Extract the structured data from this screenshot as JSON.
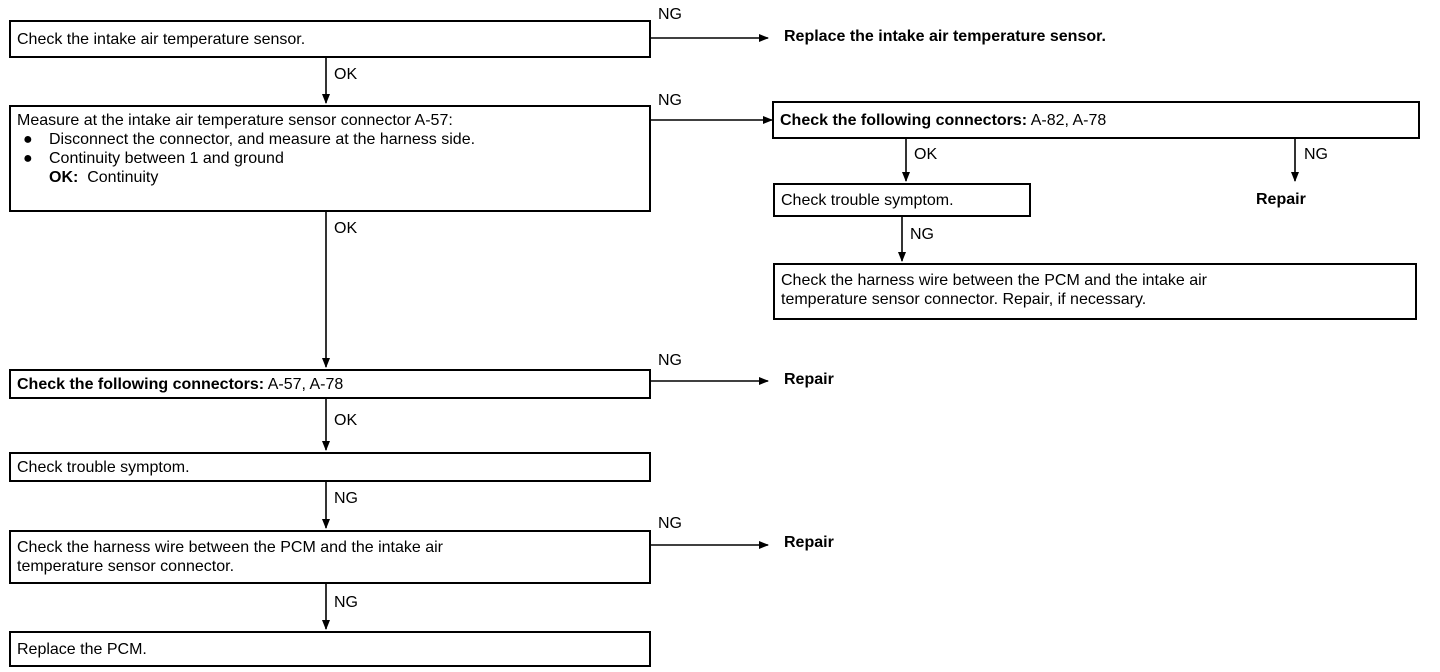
{
  "steps": {
    "s1": {
      "text": "Check the intake air temperature sensor."
    },
    "s2": {
      "text": "Measure at the intake air temperature sensor connector A-57:",
      "bullets": [
        "Disconnect the connector, and measure at the harness side.",
        "Continuity between 1 and ground"
      ],
      "ok_label": "OK:",
      "ok_value": "Continuity"
    },
    "s3": {
      "bold_prefix": "Check the following connectors:",
      "text": " A-57, A-78"
    },
    "s4": {
      "text": "Check trouble symptom."
    },
    "s5": {
      "line1": "Check the harness wire between the PCM and the intake air",
      "line2": "temperature sensor connector."
    },
    "s6": {
      "text": "Replace the PCM."
    },
    "b1": {
      "bold_prefix": "Check the following connectors:",
      "text": " A-82, A-78"
    },
    "b2": {
      "text": "Check trouble symptom."
    },
    "b3": {
      "line1": "Check the harness wire between the PCM and the intake air",
      "line2": "temperature sensor connector. Repair, if necessary."
    }
  },
  "outcomes": {
    "o1": "Replace the intake air temperature sensor.",
    "o2": "Repair",
    "o3": "Repair",
    "o4": "Repair"
  },
  "labels": {
    "ng": "NG",
    "ok": "OK",
    "bullet": "●"
  }
}
